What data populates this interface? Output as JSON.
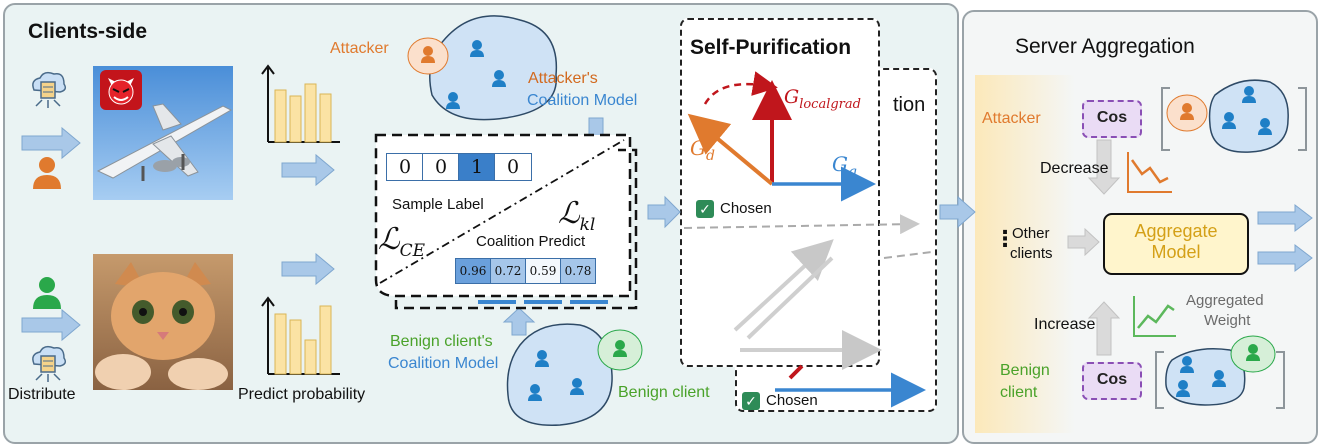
{
  "clients_side": {
    "title": "Clients-side",
    "distribute": "Distribute",
    "predict_probability": "Predict probability",
    "attacker": "Attacker",
    "attacker_coalition_line1": "Attacker's",
    "attacker_coalition_line2": "Coalition Model",
    "benign_coalition_line1": "Benign client's",
    "benign_coalition_line2": "Coalition Model",
    "benign_client": "Benign client",
    "sample_label": "Sample Label",
    "sample_label_cells": [
      "0",
      "0",
      "1",
      "0"
    ],
    "coalition_predict": "Coalition Predict",
    "coalition_predict_cells": [
      "0.96",
      "0.72",
      "0.59",
      "0.78"
    ],
    "loss_ce": "ℒ",
    "loss_ce_sub": "CE",
    "loss_kl": "ℒ",
    "loss_kl_sub": "kl"
  },
  "self_purification": {
    "title": "Self-Purification",
    "hidden_title_fragment": "tion",
    "g_localgrad": "G",
    "g_localgrad_sub": "localgrad",
    "g_d": "G",
    "g_d_sub": "d",
    "g_g": "G",
    "g_g_sub": "g",
    "chosen_1": "Chosen",
    "chosen_2": "Chosen"
  },
  "server": {
    "title": "Server Aggregation",
    "attacker": "Attacker",
    "cos_1": "Cos",
    "decrease": "Decrease",
    "other_clients_line1": "Other",
    "other_clients_line2": "clients",
    "aggregate_line1": "Aggregate",
    "aggregate_line2": "Model",
    "aggregated_weight_line1": "Aggregated",
    "aggregated_weight_line2": "Weight",
    "increase": "Increase",
    "benign_line1": "Benign",
    "benign_line2": "client",
    "cos_2": "Cos"
  },
  "colors": {
    "attacker_orange": "#e07a2e",
    "benign_green": "#2aa84a",
    "user_blue": "#1f7fc6",
    "arrow_light_blue": "#a9c8e8",
    "grad_red": "#c0161c",
    "grad_blue": "#3a86d0",
    "bar_yellow": "#fbe3a4"
  }
}
